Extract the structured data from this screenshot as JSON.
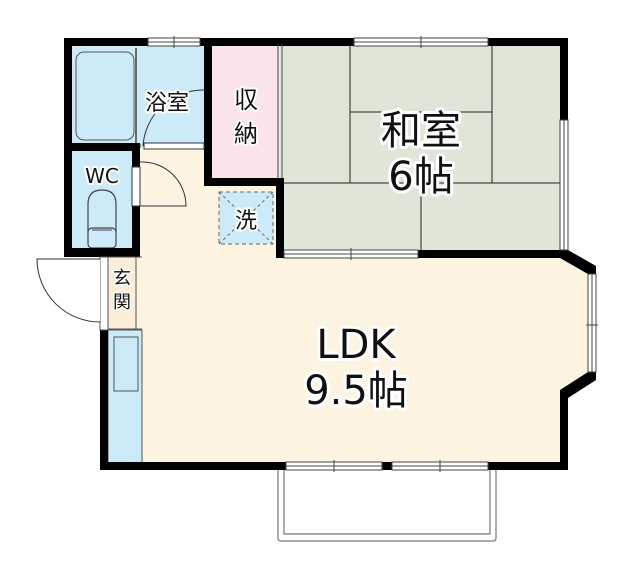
{
  "floorplan": {
    "rooms": [
      {
        "id": "bath",
        "label": "浴室"
      },
      {
        "id": "storage",
        "label_line1": "収",
        "label_line2": "納"
      },
      {
        "id": "washitsu",
        "label_line1": "和室",
        "label_line2": "6帖"
      },
      {
        "id": "wc",
        "label": "WC"
      },
      {
        "id": "washer",
        "label": "洗"
      },
      {
        "id": "entrance",
        "label_line1": "玄",
        "label_line2": "関"
      },
      {
        "id": "ldk",
        "label_line1": "LDK",
        "label_line2": "9.5帖"
      }
    ],
    "colors": {
      "wall": "#000000",
      "ldk_floor": "#fdf3e1",
      "tatami": "#dfe5d8",
      "wet_area": "#cdeaf8",
      "storage": "#fbe3ec",
      "entrance": "#fbeed8"
    }
  }
}
